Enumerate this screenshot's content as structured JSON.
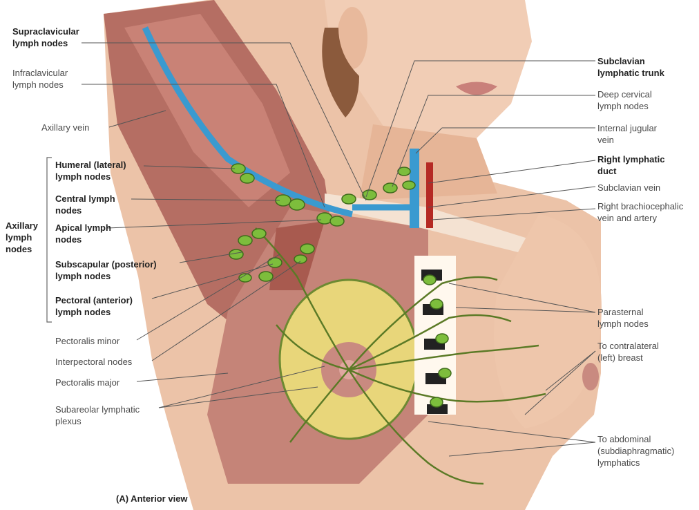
{
  "labels_left": [
    {
      "line1": "Supraclavicular",
      "line2": "lymph nodes",
      "bold": true
    },
    {
      "line1": "Infraclavicular",
      "line2": "lymph nodes",
      "bold": false
    },
    {
      "line1": "Axillary vein",
      "line2": "",
      "bold": false
    },
    {
      "line1": "Humeral (lateral)",
      "line2": "lymph nodes",
      "bold": true
    },
    {
      "line1": "Central lymph",
      "line2": "nodes",
      "bold": true
    },
    {
      "line1": "Apical lymph",
      "line2": "nodes",
      "bold": true
    },
    {
      "line1": "Subscapular (posterior)",
      "line2": "lymph nodes",
      "bold": true
    },
    {
      "line1": "Pectoral (anterior)",
      "line2": "lymph nodes",
      "bold": true
    },
    {
      "line1": "Pectoralis minor",
      "line2": "",
      "bold": false
    },
    {
      "line1": "Interpectoral nodes",
      "line2": "",
      "bold": false
    },
    {
      "line1": "Pectoralis major",
      "line2": "",
      "bold": false
    },
    {
      "line1": "Subareolar lymphatic",
      "line2": "plexus",
      "bold": false
    }
  ],
  "group_label": {
    "line1": "Axillary",
    "line2": "lymph",
    "line3": "nodes"
  },
  "labels_right": [
    {
      "line1": "Subclavian",
      "line2": "lymphatic trunk",
      "bold": true
    },
    {
      "line1": "Deep cervical",
      "line2": "lymph nodes",
      "bold": false
    },
    {
      "line1": "Internal jugular",
      "line2": "vein",
      "bold": false
    },
    {
      "line1": "Right lymphatic",
      "line2": "duct",
      "bold": true
    },
    {
      "line1": "Subclavian vein",
      "line2": "",
      "bold": false
    },
    {
      "line1": "Right brachiocephalic",
      "line2": "vein and artery",
      "bold": false
    },
    {
      "line1": "Parasternal",
      "line2": "lymph nodes",
      "bold": false
    },
    {
      "line1": "To contralateral",
      "line2": "(left) breast",
      "bold": false
    },
    {
      "line1": "To abdominal",
      "line2": "(subdiaphragmatic)",
      "line3": "lymphatics",
      "bold": false
    }
  ],
  "caption": "(A) Anterior view",
  "colors": {
    "skin": "#e9bfa3",
    "muscle": "#b9756a",
    "vein": "#3a9ad0",
    "lymph": "#7dbd3c",
    "gland": "#e8d67a",
    "artery": "#b52a24"
  }
}
